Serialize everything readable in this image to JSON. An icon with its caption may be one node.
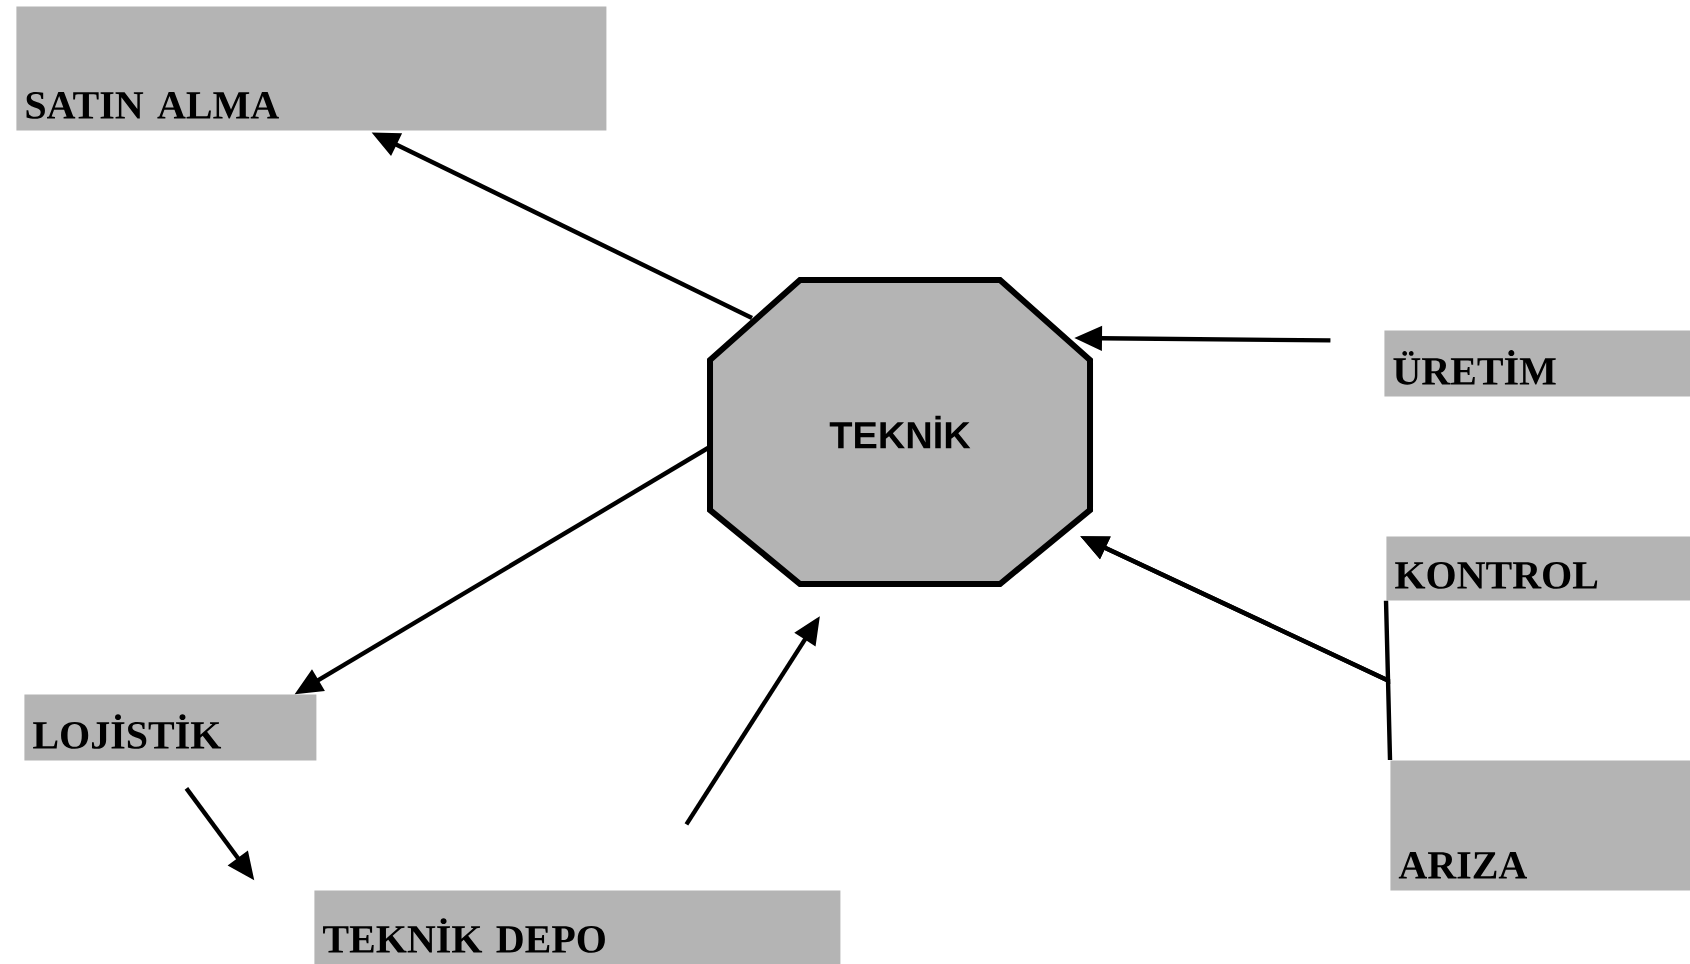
{
  "diagram": {
    "nodes": [
      {
        "text": [
          "SATIN ALMA"
        ]
      },
      {
        "text": [
          "TEKNİK"
        ]
      },
      {
        "text": [
          "ÜRETİM"
        ]
      },
      {
        "text": [
          "KONTROL"
        ]
      },
      {
        "text": [
          "LOJİSTİK"
        ]
      },
      {
        "text": [
          "ARIZA"
        ]
      },
      {
        "text": [
          "TEKNİK DEPO"
        ]
      }
    ],
    "edges": [
      {
        "from": 1,
        "to": 0,
        "arrow": "to"
      },
      {
        "from": 2,
        "to": 1,
        "arrow": "to"
      },
      {
        "from": 1,
        "to": 4,
        "arrow": "to"
      },
      {
        "from": 3,
        "to": 1,
        "arrow": "to"
      },
      {
        "from": 5,
        "to": 1,
        "arrow": "to"
      },
      {
        "from": 4,
        "to": 6,
        "arrow": "to"
      },
      {
        "from": 6,
        "to": 1,
        "arrow": "to"
      }
    ]
  }
}
